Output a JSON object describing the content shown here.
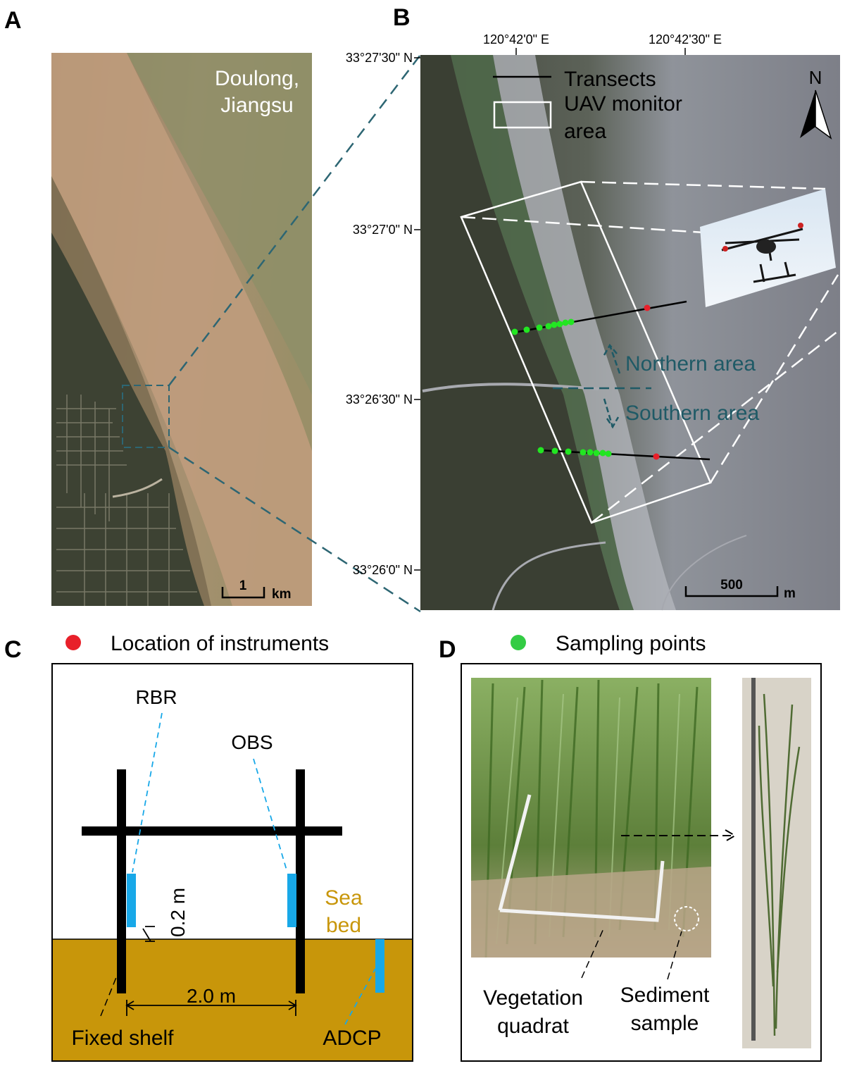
{
  "panel_a": {
    "letter": "A",
    "place_line1": "Doulong,",
    "place_line2": "Jiangsu",
    "scale_value": "1",
    "scale_unit": "km"
  },
  "panel_b": {
    "letter": "B",
    "lon_ticks": [
      "120°42'0\" E",
      "120°42'30\" E"
    ],
    "lat_ticks": [
      "33°27'30\" N",
      "33°27'0\" N",
      "33°26'30\" N",
      "33°26'0\" N"
    ],
    "legend_transects": "Transects",
    "legend_uav_line1": "UAV monitor",
    "legend_uav_line2": "area",
    "north_label": "N",
    "northern_area": "Northern area",
    "southern_area": "Southern area",
    "scale_value": "500",
    "scale_unit": "m",
    "colors": {
      "instrument": "#e8202a",
      "sampling": "#33dd33",
      "area_text": "#1f5a66"
    }
  },
  "panel_c": {
    "letter": "C",
    "legend_label": "Location of instruments",
    "rbr": "RBR",
    "obs": "OBS",
    "height_label": "0.2 m",
    "width_label": "2.0 m",
    "sea_bed_line1": "Sea",
    "sea_bed_line2": "bed",
    "fixed_shelf": "Fixed shelf",
    "adcp": "ADCP",
    "colors": {
      "seabed": "#c8960a",
      "instrument": "#18a8e8",
      "legend_dot": "#e8202a"
    }
  },
  "panel_d": {
    "letter": "D",
    "legend_label": "Sampling points",
    "vegetation_line1": "Vegetation",
    "vegetation_line2": "quadrat",
    "sediment_line1": "Sediment",
    "sediment_line2": "sample",
    "colors": {
      "legend_dot": "#33cc44"
    }
  }
}
